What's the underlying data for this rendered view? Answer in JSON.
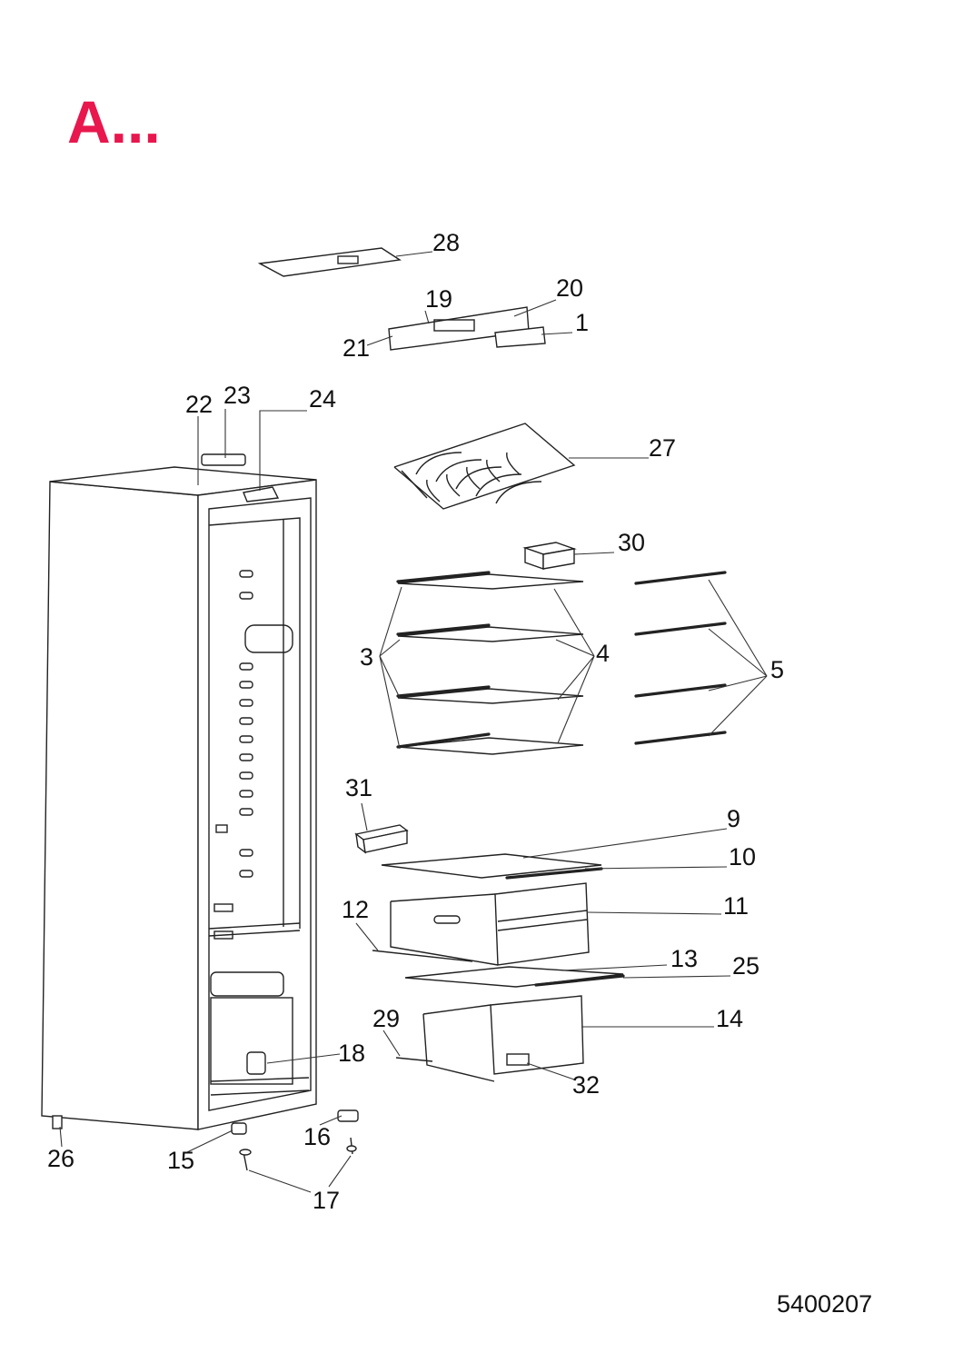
{
  "title": "A...",
  "title_color": "#e8174e",
  "document_id": "5400207",
  "callouts": [
    "1",
    "3",
    "4",
    "5",
    "9",
    "10",
    "11",
    "12",
    "13",
    "14",
    "15",
    "16",
    "17",
    "18",
    "19",
    "20",
    "21",
    "22",
    "23",
    "24",
    "25",
    "26",
    "27",
    "28",
    "29",
    "30",
    "31",
    "32"
  ]
}
